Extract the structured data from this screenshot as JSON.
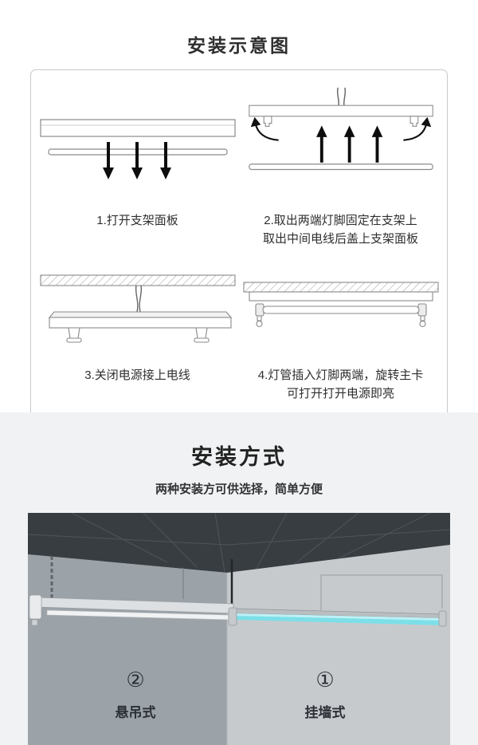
{
  "install_diagram": {
    "title": "安装示意图",
    "steps": [
      {
        "line1": "1.打开支架面板",
        "line2": ""
      },
      {
        "line1": "2.取出两端灯脚固定在支架上",
        "line2": "取出中间电线后盖上支架面板"
      },
      {
        "line1": "3.关闭电源接上电线",
        "line2": ""
      },
      {
        "line1": "4.灯管插入灯脚两端，旋转主卡",
        "line2": "可打开打开电源即亮"
      }
    ]
  },
  "install_method": {
    "title": "安装方式",
    "subtitle": "两种安装方可供选择，简单方便",
    "options": [
      {
        "number": "②",
        "label": "悬吊式"
      },
      {
        "number": "①",
        "label": "挂墙式"
      }
    ]
  },
  "colors": {
    "section_bg": "#f0f2f4",
    "ceiling": "#383d42",
    "left_wall": "#9ba2a8",
    "right_wall": "#c7cacd",
    "tube_glow": "#7ddfe8"
  }
}
